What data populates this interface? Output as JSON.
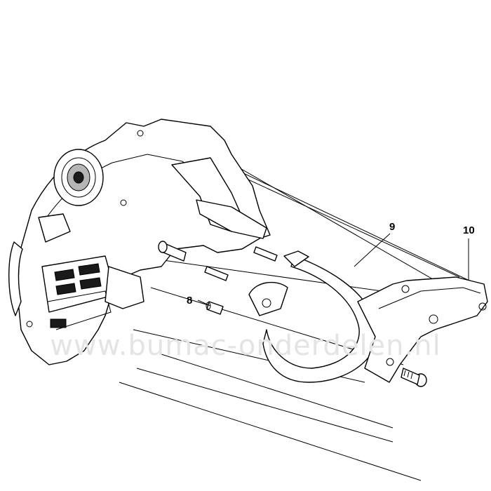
{
  "watermark": "www.bumac-onderdelen.nl",
  "callouts": [
    {
      "label": "8"
    },
    {
      "label": "9"
    },
    {
      "label": "10"
    }
  ]
}
